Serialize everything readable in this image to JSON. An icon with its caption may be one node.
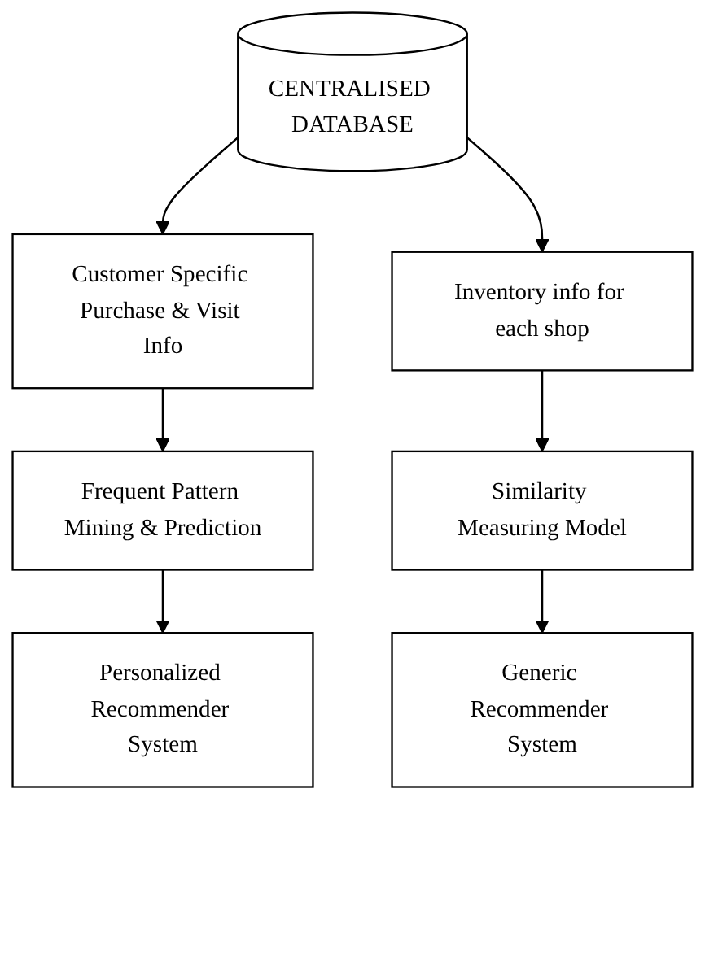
{
  "diagram": {
    "nodes": [
      {
        "text": [
          "CENTRALISED DATABASE"
        ]
      },
      {
        "text": [
          "Customer Specific Purchase & Visit Info"
        ]
      },
      {
        "text": [
          "Inventory info for each shop"
        ]
      },
      {
        "text": [
          "Frequent Pattern Mining & Prediction"
        ]
      },
      {
        "text": [
          "Similarity Measuring Model"
        ]
      },
      {
        "text": [
          "Personalized Recommender System"
        ]
      },
      {
        "text": [
          "Generic Recommender System"
        ]
      }
    ],
    "edges": [
      {
        "from": 0,
        "to": 1,
        "arrow": "to"
      },
      {
        "from": 0,
        "to": 2,
        "arrow": "to"
      },
      {
        "from": 1,
        "to": 3,
        "arrow": "to"
      },
      {
        "from": 2,
        "to": 4,
        "arrow": "to"
      },
      {
        "from": 3,
        "to": 5,
        "arrow": "to"
      },
      {
        "from": 4,
        "to": 6,
        "arrow": "to"
      }
    ]
  }
}
